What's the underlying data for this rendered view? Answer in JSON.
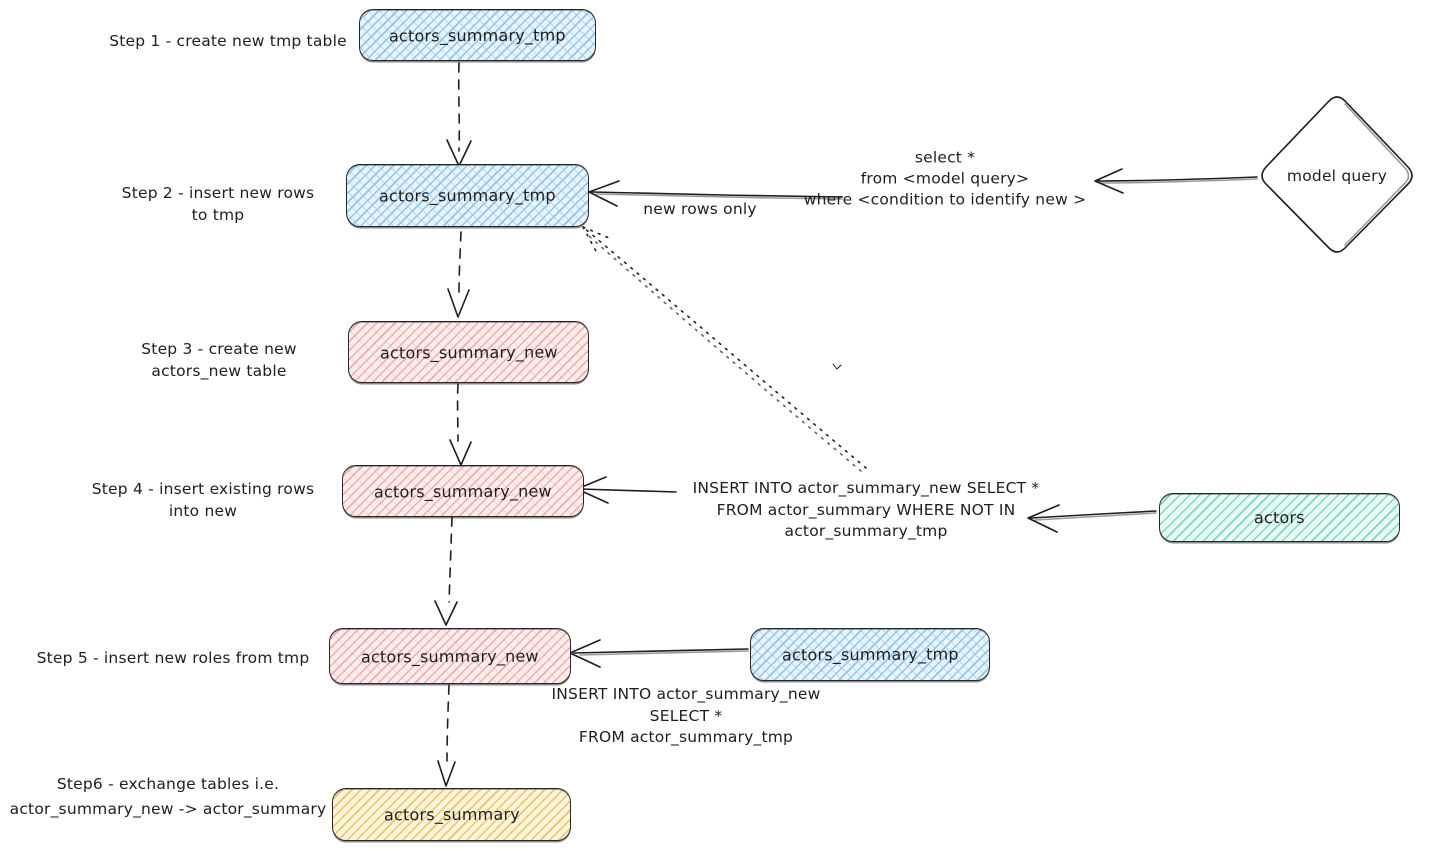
{
  "colors": {
    "stroke": "#1e1e1e",
    "blue_node": "#a5d8ff",
    "pink_node": "#ffc9c9",
    "teal_node": "#96f2d7",
    "yellow_node": "#ffec99",
    "background": "#ffffff"
  },
  "steps": [
    {
      "label": "Step 1 - create new tmp table",
      "node": "actors_summary_tmp",
      "color": "blue"
    },
    {
      "label": "Step 2 - insert new rows\nto tmp",
      "node": "actors_summary_tmp",
      "color": "blue"
    },
    {
      "label": "Step 3 - create new\nactors_new table",
      "node": "actors_summary_new",
      "color": "pink"
    },
    {
      "label": "Step 4 - insert existing rows\ninto new",
      "node": "actors_summary_new",
      "color": "pink"
    },
    {
      "label": "Step 5 - insert new roles from tmp",
      "node": "actors_summary_new",
      "color": "pink"
    },
    {
      "label": "Step6 - exchange tables i.e.\nactor_summary_new -> actor_summary",
      "node": "actors_summary",
      "color": "yellow"
    }
  ],
  "side_nodes": {
    "model_query": {
      "label": "model query",
      "shape": "diamond"
    },
    "actors": {
      "label": "actors",
      "color": "teal"
    },
    "tmp_source": {
      "label": "actors_summary_tmp",
      "color": "blue"
    }
  },
  "annotations": {
    "model_query_sql": "select *\nfrom <model query>\nwhere <condition to identify new >",
    "new_rows_only": "new rows only",
    "insert_existing_sql": "INSERT INTO actor_summary_new SELECT *\nFROM actor_summary WHERE NOT IN\nactor_summary_tmp",
    "insert_from_tmp_sql": "INSERT INTO actor_summary_new\nSELECT *\nFROM actor_summary_tmp"
  }
}
